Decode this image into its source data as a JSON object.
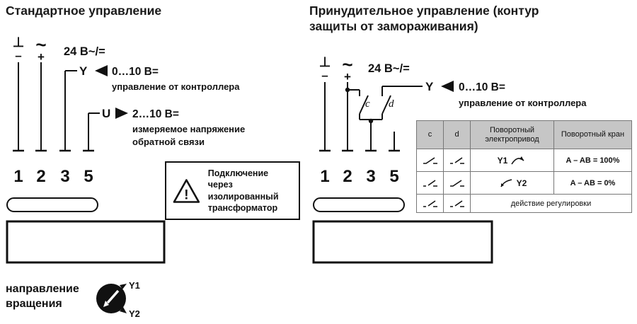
{
  "sections": {
    "standard": {
      "title": "Стандартное управление",
      "ground": "⊥",
      "minus": "–",
      "tilde": "~",
      "plus": "+",
      "power": "24 В~/=",
      "y_label": "Y",
      "y_value": "0…10 В=",
      "y_caption": "управление от контроллера",
      "u_label": "U",
      "u_value": "2…10 В=",
      "u_caption1": "измеряемое напряжение",
      "u_caption2": "обратной связи",
      "terminals": [
        "1",
        "2",
        "3",
        "5"
      ]
    },
    "forced": {
      "title": "Принудительное управление (контур защиты от замораживания)",
      "ground": "⊥",
      "minus": "–",
      "tilde": "~",
      "plus": "+",
      "power": "24 В~/=",
      "switch_c": "c",
      "switch_d": "d",
      "y_label": "Y",
      "y_value": "0…10 В=",
      "y_caption": "управление от контроллера",
      "terminals": [
        "1",
        "2",
        "3",
        "5"
      ]
    }
  },
  "warning": {
    "mark": "!",
    "line1": "Подключение через",
    "line2": "изолированный",
    "line3": "трансформатор"
  },
  "table": {
    "headers": [
      "c",
      "d",
      "Поворотный электропривод",
      "Поворотный кран"
    ],
    "rows": [
      {
        "c_icon": "contact-closed",
        "d_icon": "contact-open",
        "actuator": "Y1",
        "valve": "A – AB = 100%"
      },
      {
        "c_icon": "contact-open",
        "d_icon": "contact-closed",
        "actuator": "Y2",
        "valve": "A – AB = 0%"
      },
      {
        "c_icon": "contact-open",
        "d_icon": "contact-open",
        "action": "действие регулировки"
      }
    ]
  },
  "rotation": {
    "label": "направление вращения",
    "y1": "Y1",
    "y2": "Y2"
  },
  "colors": {
    "table_header_bg": "#c6c6c6",
    "diagram_line": "#111111"
  }
}
